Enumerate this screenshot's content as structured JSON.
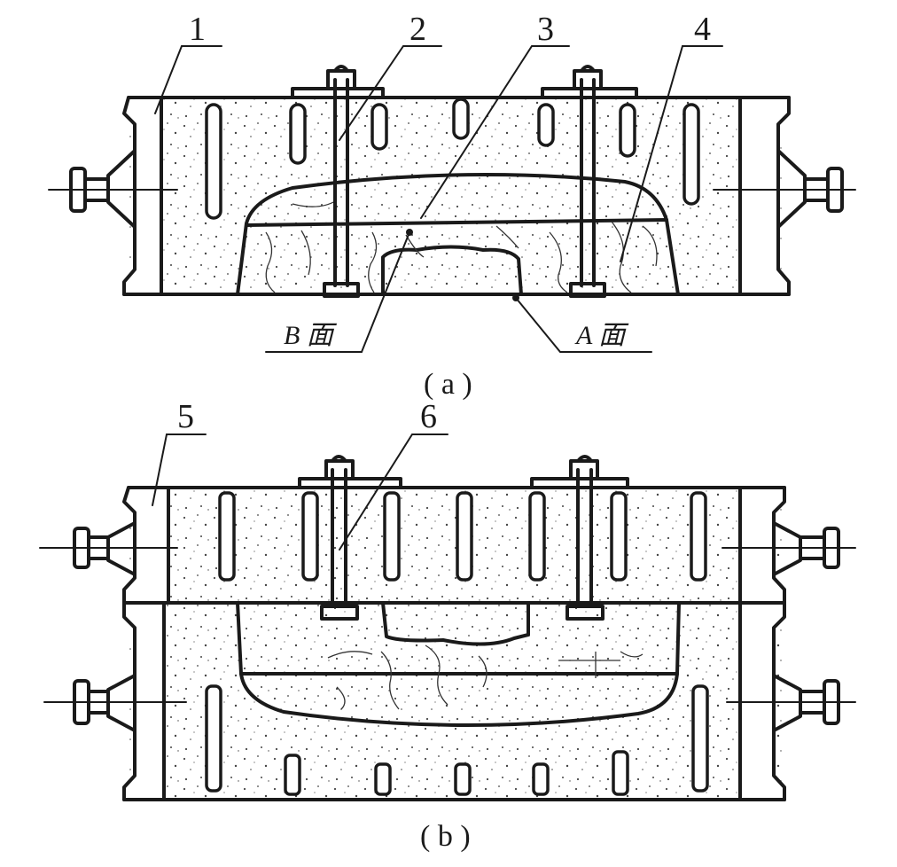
{
  "labels": {
    "n1": "1",
    "n2": "2",
    "n3": "3",
    "n4": "4",
    "n5": "5",
    "n6": "6"
  },
  "faces": {
    "b": "B 面",
    "a": "A 面"
  },
  "captions": {
    "a": "( a )",
    "b": "( b )"
  }
}
